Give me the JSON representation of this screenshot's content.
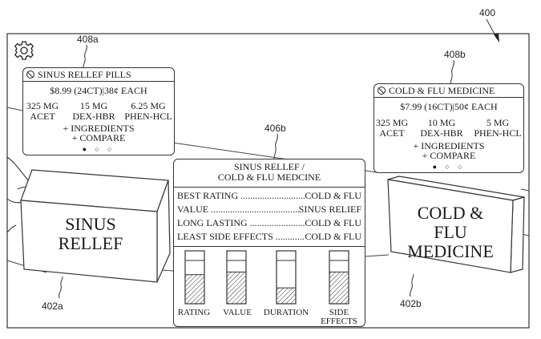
{
  "labels": {
    "fig": "400",
    "card_left": "408a",
    "card_right": "408b",
    "compare": "406b",
    "box_left": "402a",
    "box_right": "402b"
  },
  "icons": {
    "settings": "gear-icon",
    "not_allowed": "ban-icon"
  },
  "card_left": {
    "title": "SINUS RELLEF PILLS",
    "price": "$8.99 (24CT)|38¢ EACH",
    "ingredients": [
      {
        "dose": "325 MG",
        "name": "ACET"
      },
      {
        "dose": "15 MG",
        "name": "DEX-HBR"
      },
      {
        "dose": "6.25 MG",
        "name": "PHEN-HCL"
      }
    ],
    "more_ingredients": "+ INGREDIENTS",
    "compare": "+ COMPARE",
    "dots": "● ○ ○"
  },
  "card_right": {
    "title": "COLD & FLU MEDICINE",
    "price": "$7.99 (16CT)|50¢ EACH",
    "ingredients": [
      {
        "dose": "325 MG",
        "name": "ACET"
      },
      {
        "dose": "10 MG",
        "name": "DEX-HBR"
      },
      {
        "dose": "5 MG",
        "name": "PHEN-HCL"
      }
    ],
    "more_ingredients": "+ INGREDIENTS",
    "compare": "+ COMPARE",
    "dots": "● ○ ○"
  },
  "comparison": {
    "title_line1": "SINUS RELLEF /",
    "title_line2": "COLD & FLU MEDCINE",
    "rows": [
      {
        "label": "BEST RATING",
        "winner": "COLD & FLU"
      },
      {
        "label": "VALUE",
        "winner": "SINUS RELIEF"
      },
      {
        "label": "LONG LASTING",
        "winner": "COLD & FLU"
      },
      {
        "label": "LEAST SIDE EFFECTS",
        "winner": "COLD & FLU"
      }
    ],
    "bars": [
      {
        "label": "RATING",
        "level": 0.55
      },
      {
        "label": "VALUE",
        "level": 0.6
      },
      {
        "label": "DURATION",
        "level": 0.3
      },
      {
        "label_line1": "SIDE",
        "label_line2": "EFFECTS",
        "level": 0.6
      }
    ]
  },
  "box_left": {
    "line1": "SINUS",
    "line2": "RELLEF"
  },
  "box_right": {
    "line1": "COLD &",
    "line2": "FLU",
    "line3": "MEDICINE"
  }
}
